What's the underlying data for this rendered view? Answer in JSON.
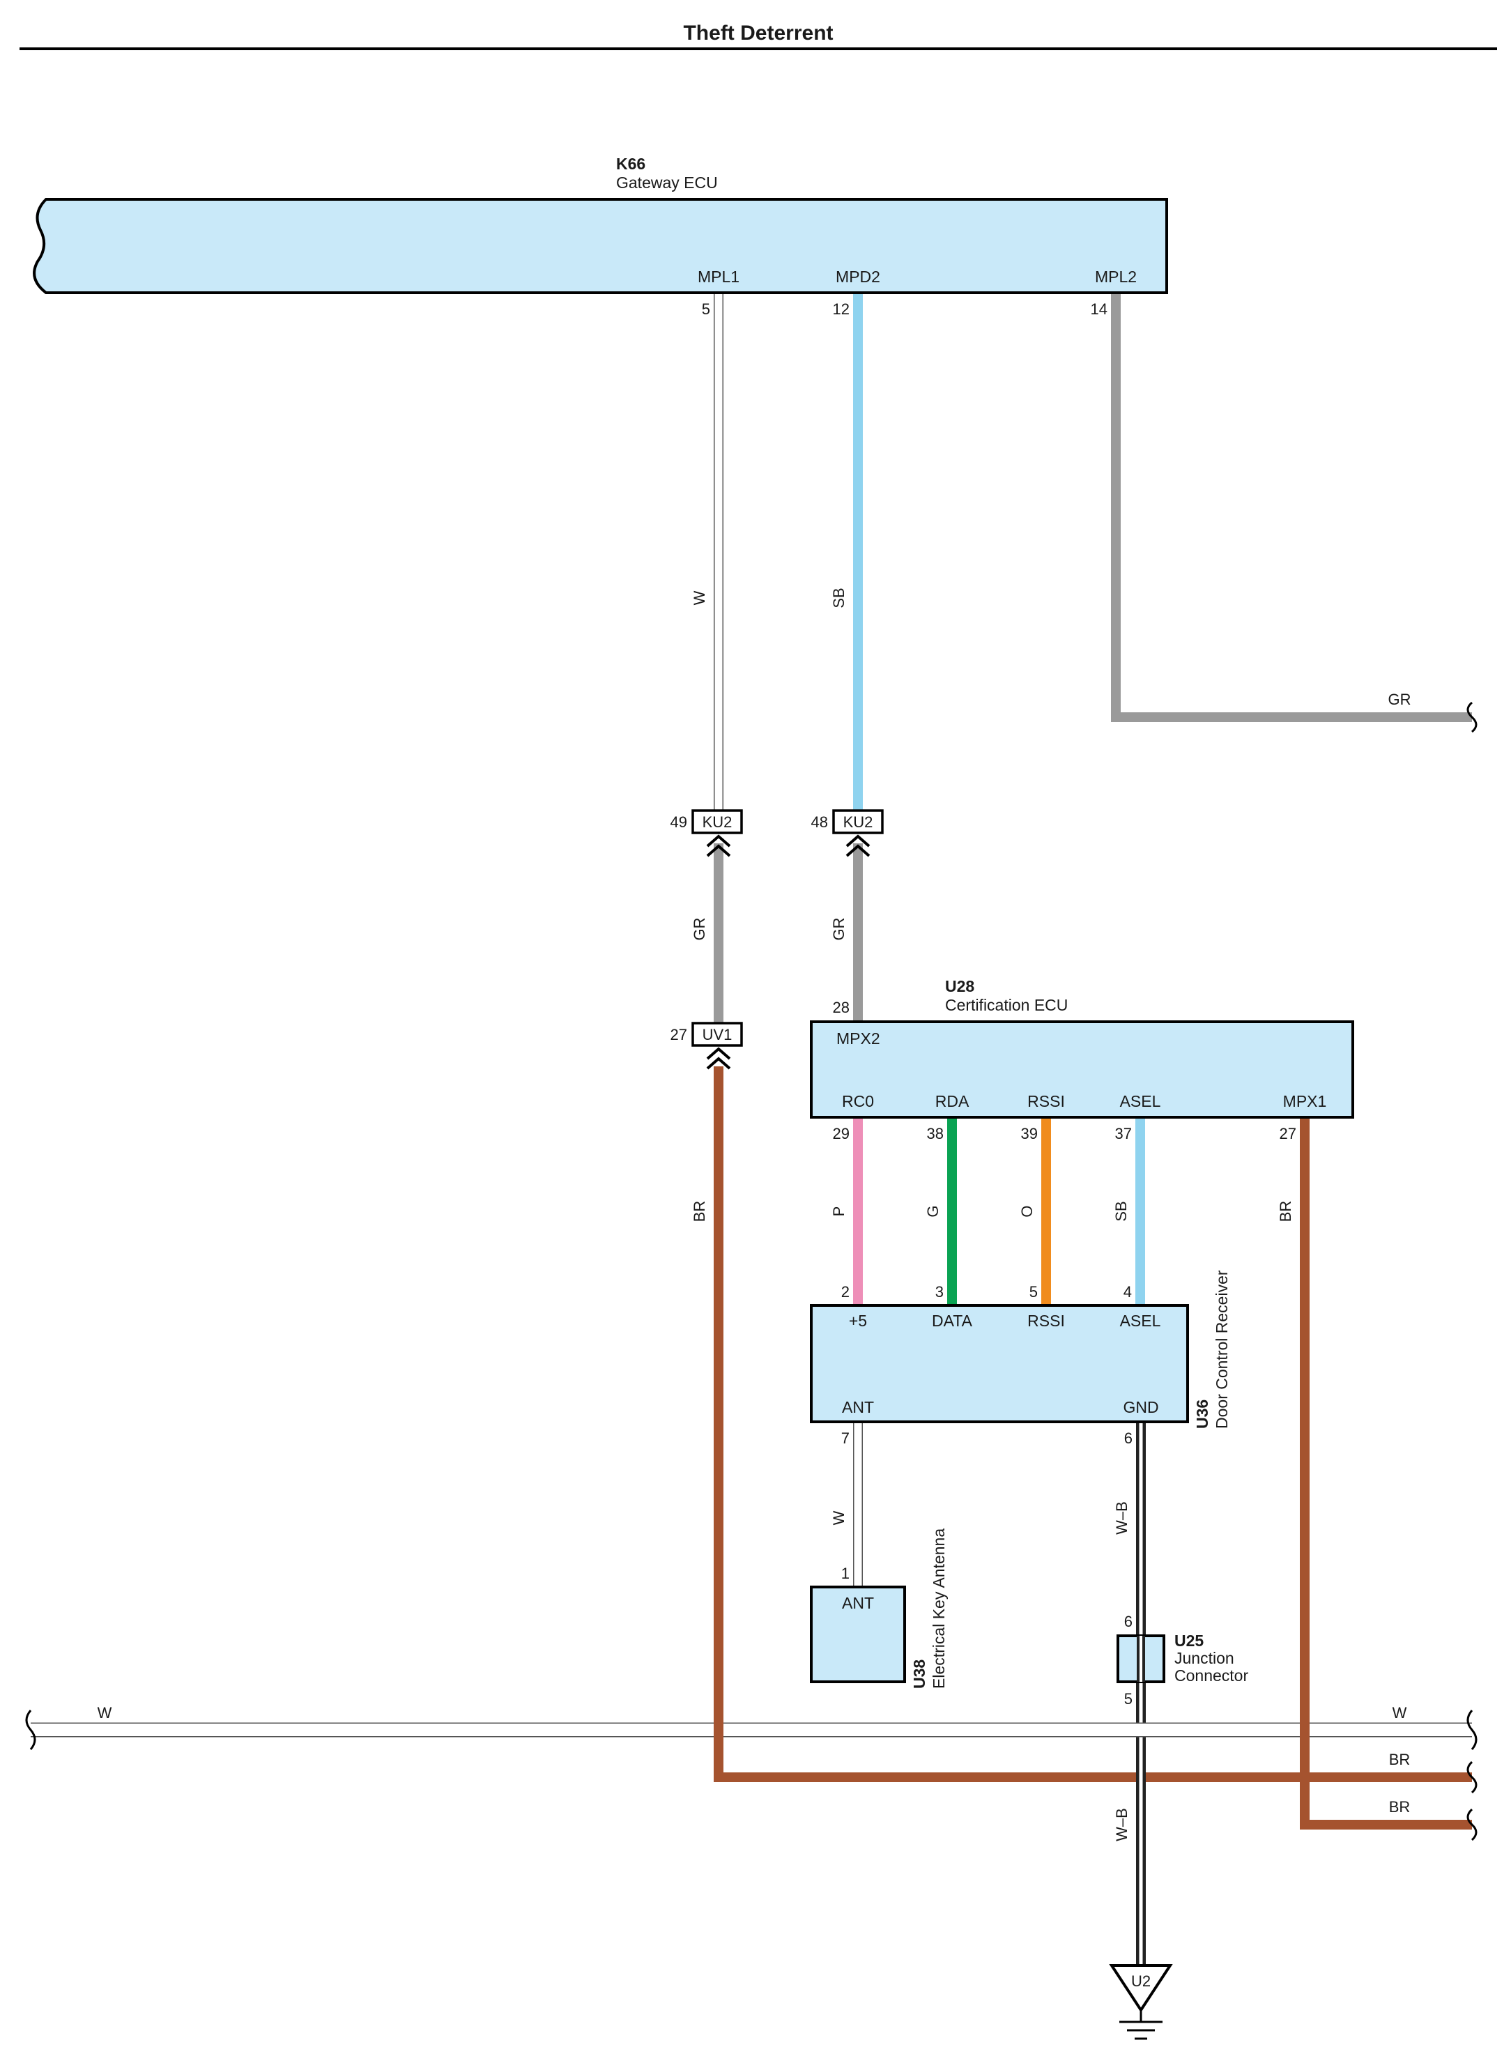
{
  "title": "Theft Deterrent",
  "colors": {
    "box_fill": "#c9e9f9",
    "W": "#ffffff",
    "SB": "#8fd3ef",
    "GR": "#9a9a9a",
    "BR": "#a5532f",
    "P": "#ee8fb8",
    "G": "#0aa353",
    "O": "#f08c1e",
    "W-B": "#ffffff"
  },
  "components": {
    "k66": {
      "id": "K66",
      "name": "Gateway ECU",
      "pins": {
        "mpl1": {
          "name": "MPL1",
          "num": "5"
        },
        "mpd2": {
          "name": "MPD2",
          "num": "12"
        },
        "mpl2": {
          "name": "MPL2",
          "num": "14"
        }
      }
    },
    "u28": {
      "id": "U28",
      "name": "Certification ECU",
      "pins": {
        "mpx2": {
          "name": "MPX2",
          "num": "28"
        },
        "rc0": {
          "name": "RC0",
          "num": "29"
        },
        "rda": {
          "name": "RDA",
          "num": "38"
        },
        "rssi": {
          "name": "RSSI",
          "num": "39"
        },
        "asel": {
          "name": "ASEL",
          "num": "37"
        },
        "mpx1": {
          "name": "MPX1",
          "num": "27"
        }
      }
    },
    "u36": {
      "id": "U36",
      "name": "Door Control Receiver",
      "pins": {
        "p5": {
          "name": "+5",
          "num": "2"
        },
        "data": {
          "name": "DATA",
          "num": "3"
        },
        "rssi": {
          "name": "RSSI",
          "num": "5"
        },
        "asel": {
          "name": "ASEL",
          "num": "4"
        },
        "ant": {
          "name": "ANT",
          "num": "7"
        },
        "gnd": {
          "name": "GND",
          "num": "6"
        }
      }
    },
    "u38": {
      "id": "U38",
      "name": "Electrical Key Antenna",
      "pins": {
        "ant": {
          "name": "ANT",
          "num": "1"
        }
      }
    },
    "u25": {
      "id": "U25",
      "name_line1": "Junction",
      "name_line2": "Connector",
      "pins": {
        "in": {
          "num": "6"
        },
        "out": {
          "num": "5"
        }
      }
    },
    "ground": {
      "label": "U2"
    }
  },
  "connectors": {
    "ku2_a": {
      "label": "KU2",
      "num": "49"
    },
    "ku2_b": {
      "label": "KU2",
      "num": "48"
    },
    "uv1": {
      "label": "UV1",
      "num": "27"
    }
  },
  "wires": {
    "mpl1_w": "W",
    "mpd2_sb": "SB",
    "mpl2_gr": "GR",
    "ku2a_gr": "GR",
    "ku2b_gr": "GR",
    "uv1_br": "BR",
    "rc0_p": "P",
    "rda_g": "G",
    "rssi_o": "O",
    "asel_sb": "SB",
    "mpx1_br": "BR",
    "ant_w": "W",
    "gnd_wb": "W–B",
    "u25_wb": "W–B",
    "bus_w_left": "W",
    "bus_w_right": "W",
    "bus_br_1": "BR",
    "bus_br_2": "BR"
  }
}
